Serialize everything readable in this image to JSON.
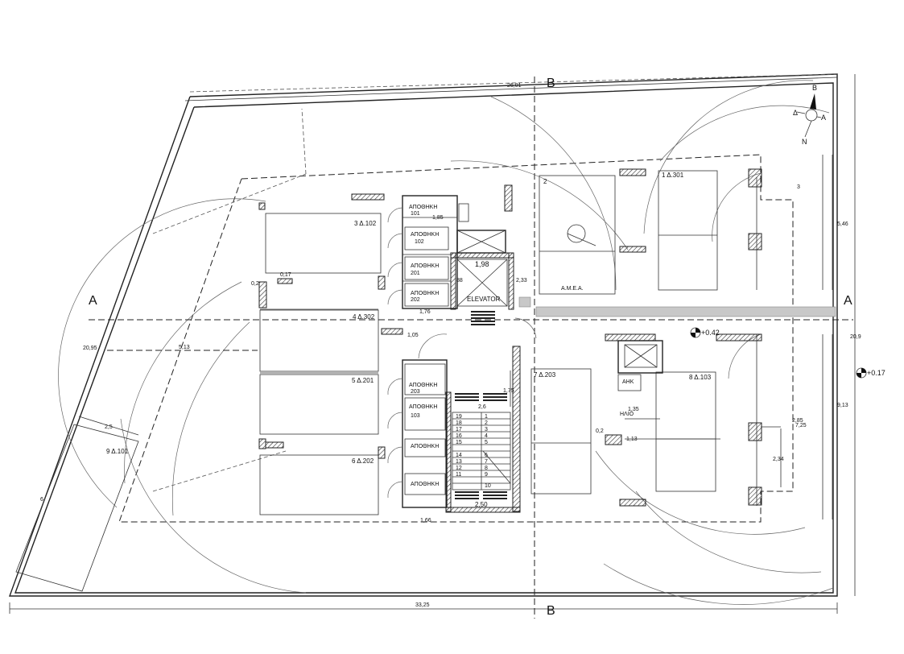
{
  "plan": {
    "dimensions": {
      "top_length": "26,01",
      "bottom_length": "33,25",
      "left_depth": "20,95",
      "right_depth": "20,9",
      "right_seg_1": "5,46",
      "right_seg_2": "9,13",
      "right_seg_3": "7,25",
      "ramp_width": "2,5",
      "left_side": "6",
      "d_185": "1,85",
      "d_198": "1,98",
      "d_233": "2,33",
      "d_176": "1,76",
      "d_105": "1,05",
      "d_513": "5,13",
      "d_02": "0,2",
      "d_017": "0,17",
      "d_175": "1,75",
      "d_26": "2,6",
      "d_250": "2,50",
      "d_166": "1,66",
      "d_3": "3",
      "d_285": "2,85",
      "d_135": "1,35",
      "d_113": "1,13",
      "d_02b": "0,2",
      "d_234": "2,34",
      "d_88": "88"
    },
    "sections": {
      "a_left": "A",
      "a_right": "A",
      "b_top": "B",
      "b_bottom": "B"
    },
    "compass": {
      "b": "B",
      "d": "Δ",
      "a": "A",
      "n": "N"
    },
    "levels": {
      "l1": "+0.42",
      "l2": "+0.17"
    },
    "rooms": {
      "r_3_102": "3 Δ.102",
      "r_4_302": "4 Δ.302",
      "r_5_201": "5 Δ.201",
      "r_6_202": "6 Δ.202",
      "r_1_301": "1 Δ.301",
      "r_7_203": "7 Δ.203",
      "r_8_103": "8 Δ.103",
      "r_9_101": "9 Δ.101",
      "r_2": "2",
      "amea": "Α.Μ.Ε.Α.",
      "elevator": "ELEVATOR",
      "ahk": "ΑΗΚ",
      "nao": "ΗΛΙΟ"
    },
    "storage": {
      "label": "ΑΠΟΘΗΚΗ",
      "s101": "101",
      "s102": "102",
      "s201": "201",
      "s202": "202",
      "s203": "203",
      "s103": "103"
    },
    "stair_numbers": [
      "19",
      "18",
      "17",
      "16",
      "15",
      "14",
      "13",
      "12",
      "11",
      "1",
      "2",
      "3",
      "4",
      "5",
      "6",
      "7",
      "8",
      "9",
      "10"
    ]
  }
}
